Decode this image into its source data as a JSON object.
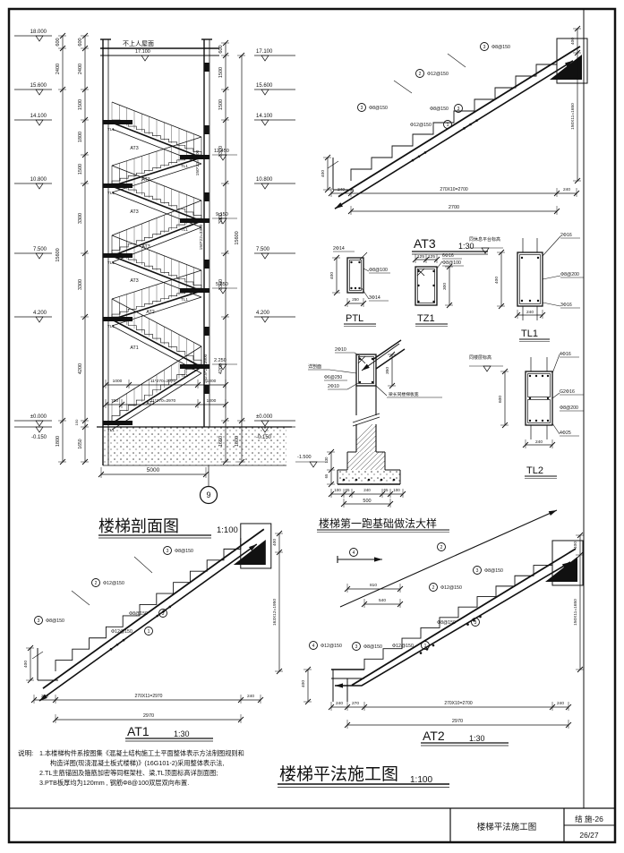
{
  "sheet": {
    "big_title": "楼梯平法施工图",
    "big_title_scale": "1:100",
    "titleblock": {
      "title": "楼梯平法施工图",
      "code": "结 施-26",
      "page": "26/27"
    }
  },
  "notes": {
    "label": "说明:",
    "l1": "1.本楼梯构件系按图集《混凝土结构施工土平面整体表示方法制图规则和",
    "l2": "构造详图(现浇混凝土板式楼梯)》(16G101-2)采用整体表示法,",
    "l3": "2.TL主筋锚固及箍筋加密等同框架柱、梁,TL顶面标高详剖面图;",
    "l4": "3.PTB板厚均为120mm , 钢筋Φ8@100双层双向布置."
  },
  "section": {
    "title": "楼梯剖面图",
    "scale": "1:100",
    "roof_label": "不上人屋面",
    "roof_elev": "17.100",
    "left_flags": [
      "18.000",
      "15.600",
      "14.100",
      "10.800",
      "7.500",
      "4.200",
      "±0.000",
      "-0.150"
    ],
    "right_flags": [
      "17.100",
      "15.600",
      "14.100",
      "10.800",
      "7.500",
      "4.200",
      "±0.000",
      "-0.150"
    ],
    "mid_flags": [
      "12.450",
      "9.150",
      "5.850",
      "2.250"
    ],
    "chainA": [
      "600",
      "2400",
      "15600",
      "1800"
    ],
    "chainB": [
      "600",
      "2400",
      "1500",
      "1800",
      "1500",
      "3300",
      "3300",
      "4200",
      "150",
      "1650"
    ],
    "chainC": [
      "600",
      "1500",
      "1500",
      "3300",
      "3300",
      "3300",
      "4200",
      "1650"
    ],
    "chainD": [
      "15600",
      "1800"
    ],
    "flight_labels": [
      "AT1",
      "AT1",
      "AT2",
      "AT3",
      "AT3",
      "AT3",
      "AT3",
      "AT3"
    ],
    "tl1": "TL1",
    "run_a": [
      "1000",
      "11*270=2970",
      "1200"
    ],
    "run_b": [
      "700",
      "11*270=2970",
      "1200"
    ],
    "riser": [
      "150*22=3300",
      "150*22=3300",
      "162.5*24=3900"
    ],
    "span": "5000",
    "grid": "9"
  },
  "at3": {
    "title": "AT3",
    "scale": "1:30",
    "n1": "1",
    "n2": "2",
    "n3": "3",
    "a8": "Φ8@150",
    "a12": "Φ12@150",
    "d400l": "400",
    "db": [
      "240",
      "270X10=2700",
      "240"
    ],
    "total": "2700",
    "d400r": "400",
    "dright": "150X11=1650"
  },
  "at1": {
    "title": "AT1",
    "scale": "1:30",
    "n1": "1",
    "n2": "2",
    "n3": "3",
    "a8": "Φ8@150",
    "a12": "Φ12@150",
    "d400l": "400",
    "db": [
      "240",
      "270X11=2970",
      "240"
    ],
    "total": "2970",
    "d400r": "400",
    "dright": "163X12=1950"
  },
  "at2": {
    "title": "AT2",
    "scale": "1:30",
    "n1": "1",
    "n2": "2",
    "n3": "3",
    "n4": "4",
    "a8": "Φ8@150",
    "a12": "Φ12@150",
    "d810": "810",
    "d540": "540",
    "d400l": "400",
    "db": [
      "240",
      "270",
      "270X10=2700",
      "240"
    ],
    "total": "2970",
    "d400r": "400",
    "dright": "150X11=1650"
  },
  "ptl": {
    "title": "PTL",
    "top": "2Φ14",
    "stir": "Φ8@100",
    "bot": "3Φ14",
    "h": "400",
    "w": "250"
  },
  "tz1": {
    "title": "TZ1",
    "d125": "125",
    "main": "6Φ16",
    "stir": "Φ8@100",
    "h": "300"
  },
  "tl1": {
    "title": "TL1",
    "note": "同休息平台标高",
    "top": "2Φ16",
    "stir": "Φ8@200",
    "bot": "3Φ16",
    "h": "400",
    "w": "240"
  },
  "tl2": {
    "title": "TL2",
    "note": "同楼层标高",
    "top": "4Φ16",
    "waist": "G2Φ16",
    "stir": "Φ8@200",
    "bot": "4Φ25",
    "h": "600",
    "w": "240"
  },
  "fnd": {
    "title": "楼梯第一跑基础做法大样",
    "top": "2Φ10",
    "note1": "详剖面",
    "stir": "Φ6@250",
    "bot": "2Φ10",
    "d350": "350",
    "note2": "梁长同楼梯板宽",
    "elev": "-1.500",
    "d130": "130",
    "d65": "65",
    "db": [
      "100",
      "65",
      "240",
      "65",
      "100"
    ],
    "total": "500"
  }
}
